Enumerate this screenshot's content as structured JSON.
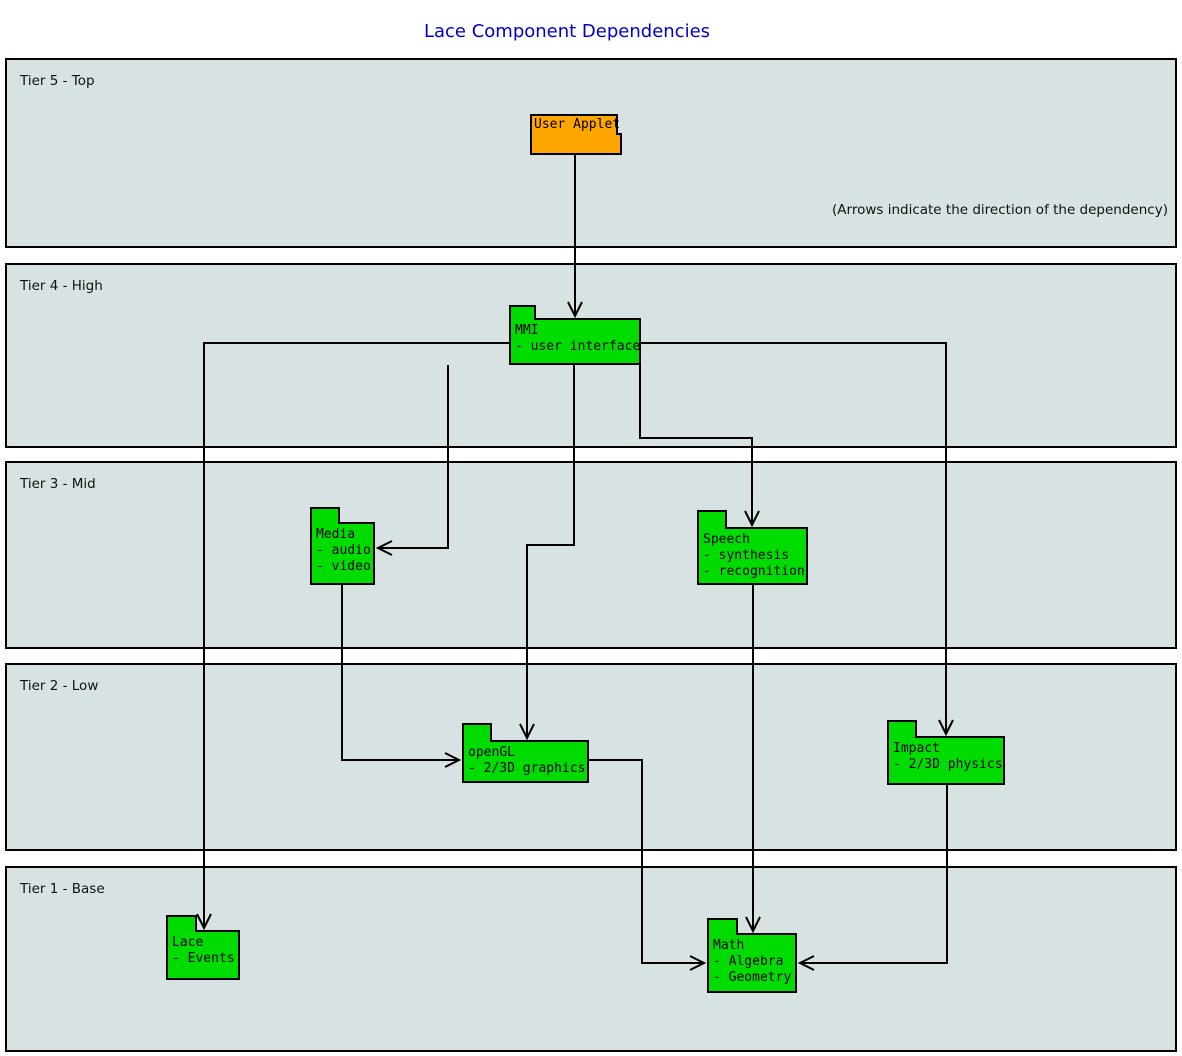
{
  "diagram": {
    "title": "Lace Component Dependencies",
    "annotation": "(Arrows indicate the direction of the dependency)",
    "colors": {
      "tier_fill": "#d8e2e2",
      "component_green": "#00dc00",
      "component_orange": "#ffa500",
      "title_blue": "#0000cd",
      "line": "#000000"
    }
  },
  "tiers": [
    {
      "label": "Tier 5 - Top"
    },
    {
      "label": "Tier 4 - High"
    },
    {
      "label": "Tier 3 - Mid"
    },
    {
      "label": "Tier 2 - Low"
    },
    {
      "label": "Tier 1 - Base"
    }
  ],
  "components": [
    {
      "id": "user-applet",
      "title": "User Applet",
      "details": [],
      "color": "orange",
      "tier": "Tier 5 - Top"
    },
    {
      "id": "mmi",
      "title": "MMI",
      "details": [
        "- user interface"
      ],
      "color": "green",
      "tier": "Tier 4 - High"
    },
    {
      "id": "media",
      "title": "Media",
      "details": [
        "- audio",
        "- video"
      ],
      "color": "green",
      "tier": "Tier 3 - Mid"
    },
    {
      "id": "speech",
      "title": "Speech",
      "details": [
        "- synthesis",
        "- recognition"
      ],
      "color": "green",
      "tier": "Tier 3 - Mid"
    },
    {
      "id": "opengl",
      "title": "openGL",
      "details": [
        "- 2/3D graphics"
      ],
      "color": "green",
      "tier": "Tier 2 - Low"
    },
    {
      "id": "impact",
      "title": "Impact",
      "details": [
        "- 2/3D physics"
      ],
      "color": "green",
      "tier": "Tier 2 - Low"
    },
    {
      "id": "lace",
      "title": "Lace",
      "details": [
        "- Events"
      ],
      "color": "green",
      "tier": "Tier 1 - Base"
    },
    {
      "id": "math",
      "title": "Math",
      "details": [
        "- Algebra",
        "- Geometry"
      ],
      "color": "green",
      "tier": "Tier 1 - Base"
    }
  ],
  "dependencies": [
    {
      "from": "User Applet",
      "to": "MMI"
    },
    {
      "from": "MMI",
      "to": "Lace"
    },
    {
      "from": "MMI",
      "to": "Media"
    },
    {
      "from": "MMI",
      "to": "Speech"
    },
    {
      "from": "MMI",
      "to": "openGL"
    },
    {
      "from": "MMI",
      "to": "Impact"
    },
    {
      "from": "Media",
      "to": "openGL"
    },
    {
      "from": "Speech",
      "to": "Math"
    },
    {
      "from": "openGL",
      "to": "Math"
    },
    {
      "from": "Impact",
      "to": "Math"
    }
  ]
}
